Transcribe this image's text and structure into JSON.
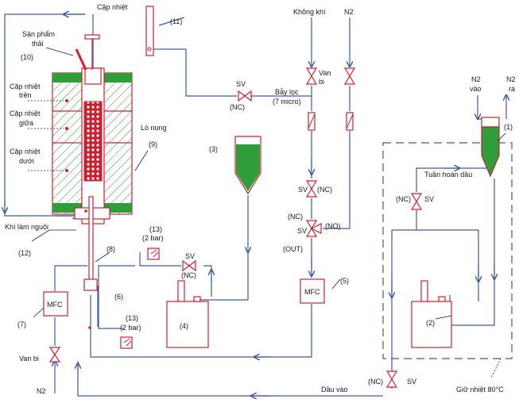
{
  "labels": {
    "thermocouple": "Cặp nhiệt",
    "n11": "(11)",
    "air": "Không khí",
    "n2_top": "N2",
    "waste_product": "Sản phẩm",
    "waste_product2": "thải",
    "n10": "(10)",
    "ball_valve": "Van",
    "ball_valve2": "bi",
    "sv": "SV",
    "nc": "(NC)",
    "tc_upper1": "Cặp nhiệt",
    "tc_upper2": "trên",
    "tc_mid1": "Cặp nhiệt",
    "tc_mid2": "giữa",
    "tc_low1": "Cặp nhiệt",
    "tc_low2": "dưới",
    "filter1": "Bẫy lọc",
    "filter2": "(7 micro)",
    "furnace": "Lò nung",
    "n9": "(9)",
    "n3": "(3)",
    "n2_in1": "N2",
    "n2_in2": "vào",
    "n2_out1": "N2",
    "n2_out2": "ra",
    "n1": "(1)",
    "oil_circulation": "Tuần hoàn dầu",
    "cooling_gas": "Khí làm nguội",
    "n12": "(12)",
    "n8": "(8)",
    "n13": "(13)",
    "bar2": "(2 bar)",
    "no": "(NO)",
    "out": "(OUT)",
    "mfc": "MFC",
    "n5": "(5)",
    "n6": "(6)",
    "n7": "(7)",
    "n4": "(4)",
    "n2_label": "(2)",
    "van_bi_left": "Van bi",
    "n2_bottom": "N2",
    "oil_in": "Dầu vào",
    "keep_temp": "Giữ nhiệt 80°C"
  },
  "colors": {
    "line": "#3d5a9f",
    "equipment": "#d02030",
    "green": "#2f9e3a",
    "hatch": "#3c8d3c"
  }
}
